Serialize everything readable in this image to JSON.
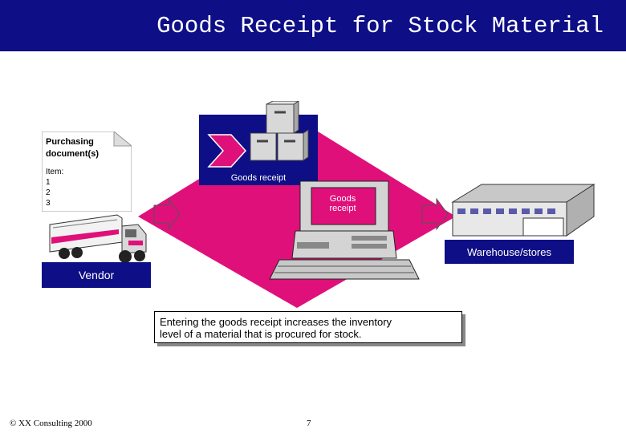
{
  "title": "Goods Receipt for Stock Material",
  "purchasing_doc": {
    "title_line1": "Purchasing",
    "title_line2": "document(s)",
    "items_label": "Item:",
    "items": [
      "1",
      "2",
      "3"
    ]
  },
  "goods_receipt_label": "Goods receipt",
  "screen_label_line1": "Goods",
  "screen_label_line2": "receipt",
  "vendor_label": "Vendor",
  "warehouse_label": "Warehouse/stores",
  "info_line1": "Entering the goods receipt increases the inventory",
  "info_line2": "level of a material that is procured for stock.",
  "footer": {
    "copyright": "© XX Consulting 2000",
    "page_number": "7"
  },
  "colors": {
    "banner": "#0e0e86",
    "diamond": "#e0107a",
    "arrow": "#e0107a"
  }
}
